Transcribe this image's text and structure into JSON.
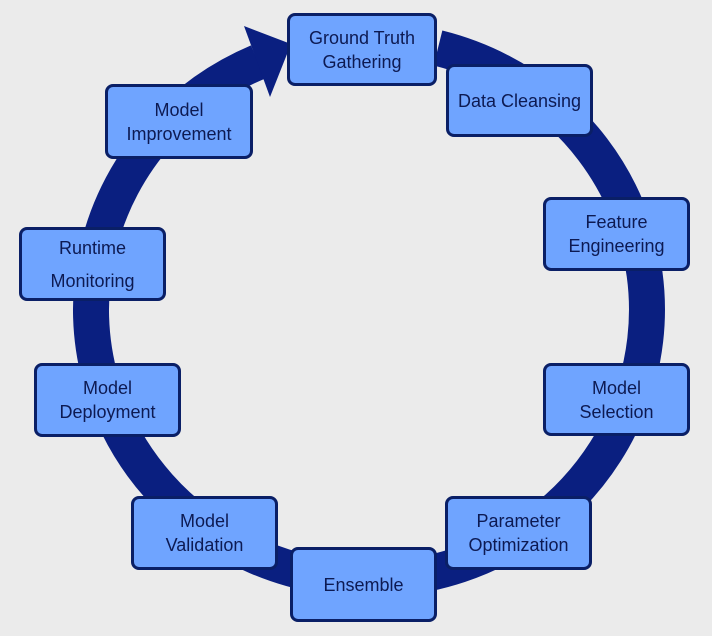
{
  "diagram": {
    "colors": {
      "background": "#ebebeb",
      "ring": "#0a1f80",
      "box_fill": "#6fa4ff",
      "box_border": "#0a1f66",
      "text": "#0d1a52"
    },
    "stages": [
      {
        "id": "ground-truth-gathering",
        "line1": "Ground Truth",
        "line2": "Gathering"
      },
      {
        "id": "data-cleansing",
        "line1": "Data Cleansing",
        "line2": ""
      },
      {
        "id": "feature-engineering",
        "line1": "Feature",
        "line2": "Engineering"
      },
      {
        "id": "model-selection",
        "line1": "Model",
        "line2": "Selection"
      },
      {
        "id": "parameter-optimization",
        "line1": "Parameter",
        "line2": "Optimization"
      },
      {
        "id": "ensemble",
        "line1": "Ensemble",
        "line2": ""
      },
      {
        "id": "model-validation",
        "line1": "Model",
        "line2": "Validation"
      },
      {
        "id": "model-deployment",
        "line1": "Model",
        "line2": "Deployment"
      },
      {
        "id": "runtime-monitoring",
        "line1": "Runtime",
        "line2": "Monitoring"
      },
      {
        "id": "model-improvement",
        "line1": "Model",
        "line2": "Improvement"
      }
    ]
  }
}
